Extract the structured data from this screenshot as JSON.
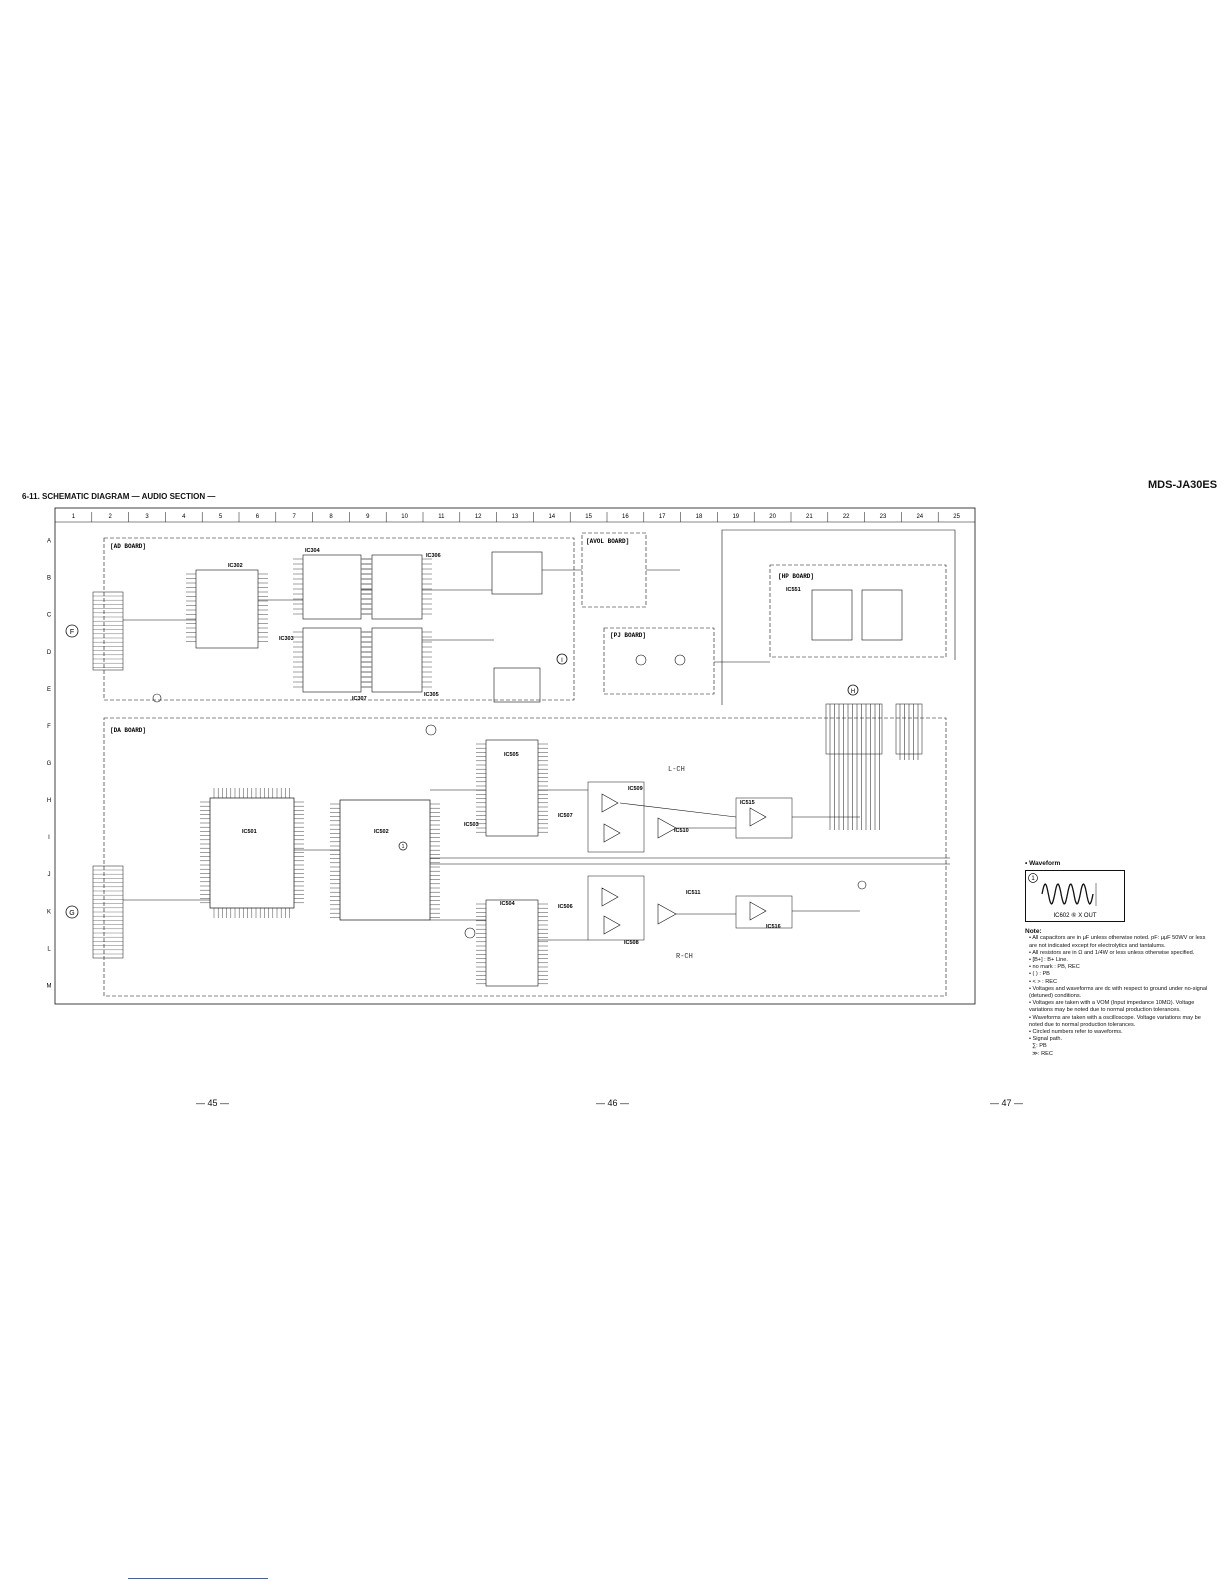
{
  "header": {
    "model": "MDS-JA30ES",
    "title": "6-11.  SCHEMATIC DIAGRAM — AUDIO SECTION —"
  },
  "grid": {
    "columns": [
      "1",
      "2",
      "3",
      "4",
      "5",
      "6",
      "7",
      "8",
      "9",
      "10",
      "11",
      "12",
      "13",
      "14",
      "15",
      "16",
      "17",
      "18",
      "19",
      "20",
      "21",
      "22",
      "23",
      "24",
      "25"
    ],
    "rows": [
      "A",
      "B",
      "C",
      "D",
      "E",
      "F",
      "G",
      "H",
      "I",
      "J",
      "K",
      "L",
      "M"
    ]
  },
  "boards": {
    "ad": "[AD BOARD]",
    "avol": "[AVOL BOARD]",
    "pj": "[PJ BOARD]",
    "hp": "[HP BOARD]",
    "da": "[DA BOARD]"
  },
  "ics": {
    "ic302": "IC302",
    "ic303": "IC303",
    "ic304": "IC304",
    "ic305": "IC305",
    "ic306": "IC306",
    "ic307": "IC307",
    "ic501": "IC501",
    "ic502": "IC502",
    "ic503": "IC503",
    "ic504": "IC504",
    "ic505": "IC505",
    "ic506": "IC506",
    "ic507": "IC507",
    "ic508": "IC508",
    "ic509": "IC509",
    "ic510": "IC510",
    "ic511": "IC511",
    "ic515": "IC515",
    "ic516": "IC516",
    "ic551": "IC551"
  },
  "channels": {
    "left": "L-CH",
    "right": "R-CH"
  },
  "connectors": {
    "f": "F",
    "g": "G",
    "h": "H",
    "i": "I",
    "one": "1"
  },
  "waveform": {
    "title": "• Waveform",
    "marker": "1",
    "caption": "IC602 ⑥ X OUT"
  },
  "notes": {
    "heading": "Note:",
    "items": [
      "• All capacitors are in μF unless otherwise noted. pF: μμF 50WV or less are not indicated except for electrolytics and tantalums.",
      "• All resistors are in Ω and 1/4W or less unless otherwise specified.",
      "• [B+] : B+ Line.",
      "• no mark : PB, REC",
      "• (   ) : PB",
      "• <   > : REC",
      "• Voltages and waveforms are dc with respect to ground under no-signal (detuned) conditions.",
      "• Voltages are taken with a VOM (Input impedance 10MΩ). Voltage variations may be noted due to normal production tolerances.",
      "• Waveforms are taken with a oscilloscope. Voltage variations may be noted due to normal production tolerances.",
      "• Circled numbers refer to waveforms.",
      "• Signal path."
    ],
    "signal_pb": ": PB",
    "signal_rec": ": REC"
  },
  "pages": {
    "p45": "— 45 —",
    "p46": "— 46 —",
    "p47": "— 47 —"
  }
}
